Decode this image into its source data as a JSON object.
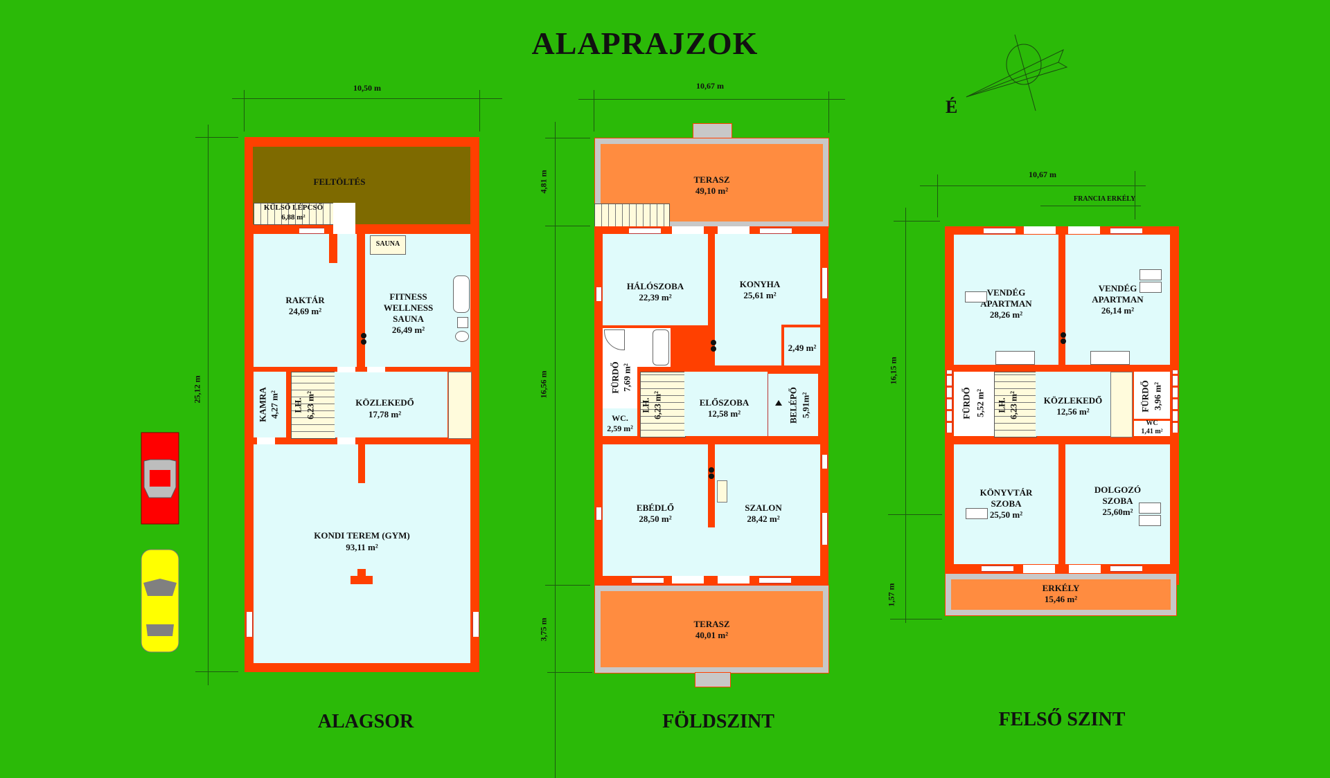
{
  "title": "ALAPRAJZOK",
  "compass": {
    "north_label": "É"
  },
  "colors": {
    "background": "#2bba08",
    "wall": "#ff4000",
    "room": "#e0fbfb",
    "terrace": "#ff8c40",
    "fill": "#7e6a00",
    "stairs": "#fffbdc"
  },
  "floors": [
    {
      "label": "ALAGSOR",
      "width_dim": "10,50 m",
      "height_dim": "25,12 m",
      "rooms": [
        {
          "name": "FELTÖLTÉS",
          "area": ""
        },
        {
          "name": "KÜLSŐ LÉPCSŐ",
          "area": "6,88 m²"
        },
        {
          "name": "RAKTÁR",
          "area": "24,69 m²"
        },
        {
          "name": "SAUNA",
          "area": ""
        },
        {
          "name": "FITNESS WELLNESS SAUNA",
          "lines": [
            "FITNESS",
            "WELLNESS",
            "SAUNA"
          ],
          "area": "26,49 m²"
        },
        {
          "name": "KAMRA",
          "area": "4,27 m²"
        },
        {
          "name": "LH.",
          "area": "6,23 m²"
        },
        {
          "name": "KÖZLEKEDŐ",
          "area": "17,78 m²"
        },
        {
          "name": "KONDI TEREM (GYM)",
          "area": "93,11 m²"
        }
      ]
    },
    {
      "label": "FÖLDSZINT",
      "width_dim": "10,67 m",
      "height_dims": [
        "4,81 m",
        "16,56 m",
        "3,75 m"
      ],
      "rooms": [
        {
          "name": "TERASZ",
          "area": "49,10 m²"
        },
        {
          "name": "HÁLÓSZOBA",
          "area": "22,39 m²"
        },
        {
          "name": "KONYHA",
          "area": "25,61 m²"
        },
        {
          "name": "",
          "area": "2,49 m²"
        },
        {
          "name": "FÜRDŐ",
          "area": "7,69 m²"
        },
        {
          "name": "WC.",
          "area": "2,59 m²"
        },
        {
          "name": "LH.",
          "area": "6,23 m²"
        },
        {
          "name": "ELŐSZOBA",
          "area": "12,58 m²"
        },
        {
          "name": "BELÉPŐ",
          "area": "5,91m²"
        },
        {
          "name": "EBÉDLŐ",
          "area": "28,50 m²"
        },
        {
          "name": "SZALON",
          "area": "28,42 m²"
        },
        {
          "name": "TERASZ",
          "area": "40,01 m²"
        }
      ]
    },
    {
      "label": "FELSŐ SZINT",
      "width_dim": "10,67 m",
      "height_dims": [
        "16,15 m",
        "1,57 m"
      ],
      "annotation": "FRANCIA ERKÉLY",
      "rooms": [
        {
          "name": "VENDÉG APARTMAN",
          "lines": [
            "VENDÉG",
            "APARTMAN"
          ],
          "area": "28,26 m²"
        },
        {
          "name": "VENDÉG APARTMAN",
          "lines": [
            "VENDÉG",
            "APARTMAN"
          ],
          "area": "26,14 m²"
        },
        {
          "name": "FÜRDŐ",
          "area": "5,52 m²"
        },
        {
          "name": "LH.",
          "area": "6,23 m²"
        },
        {
          "name": "KÖZLEKEDŐ",
          "area": "12,56 m²"
        },
        {
          "name": "FÜRDŐ",
          "area": "3,96 m²"
        },
        {
          "name": "WC",
          "area": "1,41 m²"
        },
        {
          "name": "KÖNYVTÁR SZOBA",
          "lines": [
            "KÖNYVTÁR",
            "SZOBA"
          ],
          "area": "25,50 m²"
        },
        {
          "name": "DOLGOZÓ SZOBA",
          "lines": [
            "DOLGOZÓ",
            "SZOBA"
          ],
          "area": "25,60m²"
        },
        {
          "name": "ERKÉLY",
          "area": "15,46 m²"
        }
      ]
    }
  ],
  "vehicles": [
    {
      "type": "car",
      "color": "#ff0000"
    },
    {
      "type": "car",
      "color": "#ffff00"
    }
  ]
}
